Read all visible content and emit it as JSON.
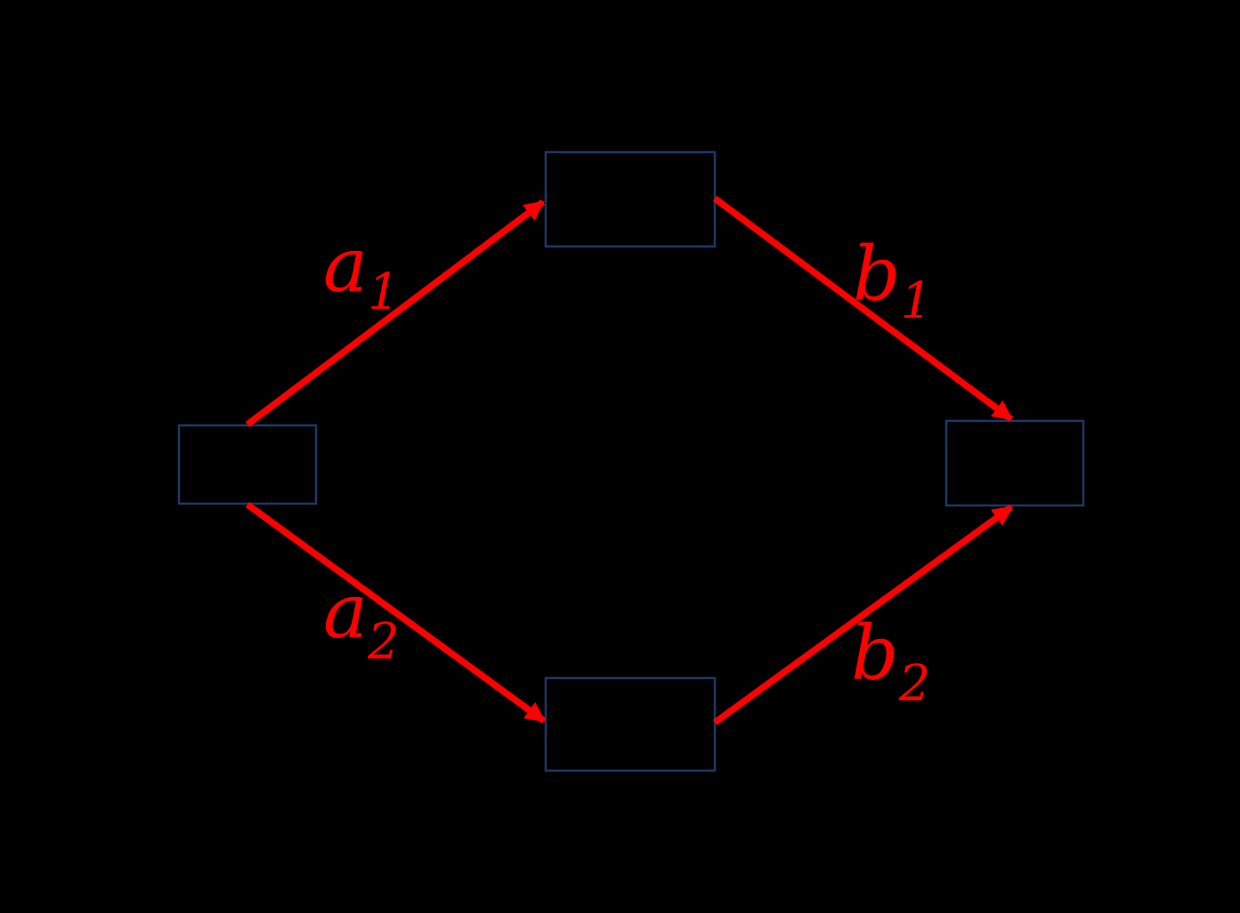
{
  "diagram": {
    "colors": {
      "background": "#000000",
      "node_border": "#1f3864",
      "arrow": "#ff0000",
      "label": "#ff0000"
    },
    "nodes": [
      {
        "id": "left",
        "label": ""
      },
      {
        "id": "top",
        "label": ""
      },
      {
        "id": "bottom",
        "label": ""
      },
      {
        "id": "right",
        "label": ""
      }
    ],
    "edges": [
      {
        "id": "a1",
        "from": "left",
        "to": "top",
        "label": "a1",
        "label_main": "a",
        "label_sub": "1"
      },
      {
        "id": "b1",
        "from": "top",
        "to": "right",
        "label": "b1",
        "label_main": "b",
        "label_sub": "1"
      },
      {
        "id": "a2",
        "from": "left",
        "to": "bottom",
        "label": "a2",
        "label_main": "a",
        "label_sub": "2"
      },
      {
        "id": "b2",
        "from": "bottom",
        "to": "right",
        "label": "b2",
        "label_main": "b",
        "label_sub": "2"
      }
    ]
  }
}
